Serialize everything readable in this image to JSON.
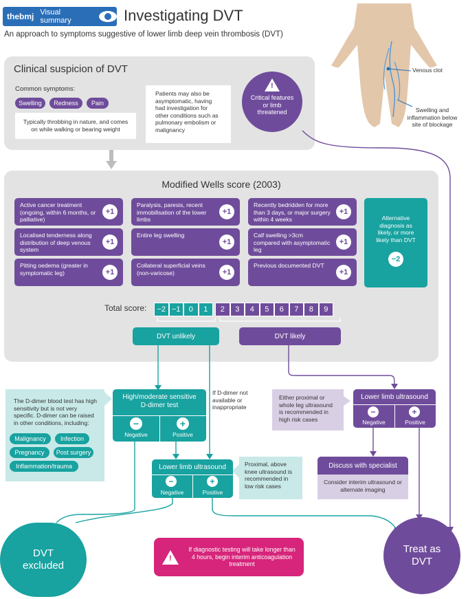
{
  "header": {
    "brand": "thebmj",
    "badge_label": "Visual summary",
    "title": "Investigating DVT",
    "subtitle": "An approach to symptoms suggestive of lower limb deep vein thrombosis (DVT)"
  },
  "anatomy": {
    "label_clot": "Venous clot",
    "label_swelling": "Swelling and inflammation below site of blockage"
  },
  "suspicion": {
    "title": "Clinical suspicion of DVT",
    "symptoms_label": "Common symptoms:",
    "symptoms": [
      "Swelling",
      "Redness",
      "Pain"
    ],
    "pain_note": "Typically throbbing in nature, and comes on while walking or bearing weight",
    "asymptomatic_note": "Patients may also be asymptomatic, having had investigation for other conditions such as pulmonary embolism or malignancy",
    "critical": "Critical features or limb threatened"
  },
  "wells": {
    "title": "Modified Wells score (2003)",
    "criteria": [
      {
        "text": "Active cancer treatment (ongoing, within 6 months, or palliative)",
        "score": "+1"
      },
      {
        "text": "Paralysis, paresis, recent immobilisation of the lower limbs",
        "score": "+1"
      },
      {
        "text": "Recently bedridden for more than 3 days, or major surgery within 4 weeks",
        "score": "+1"
      },
      {
        "text": "Localised tenderness along distribution of deep venous system",
        "score": "+1"
      },
      {
        "text": "Entire leg swelling",
        "score": "+1"
      },
      {
        "text": "Calf swelling >3cm compared with asymptomatic leg",
        "score": "+1"
      },
      {
        "text": "Pitting oedema (greater in symptomatic leg)",
        "score": "+1"
      },
      {
        "text": "Collateral superficial veins (non-varicose)",
        "score": "+1"
      },
      {
        "text": "Previous documented DVT",
        "score": "+1"
      }
    ],
    "alternative": {
      "text": "Alternative diagnosis as likely, or more likely than DVT",
      "score": "−2"
    },
    "total_label": "Total score:",
    "scores_unlikely": [
      "−2",
      "−1",
      "0",
      "1"
    ],
    "scores_likely": [
      "2",
      "3",
      "4",
      "5",
      "6",
      "7",
      "8",
      "9"
    ],
    "unlikely_label": "DVT unlikely",
    "likely_label": "DVT likely"
  },
  "pathway": {
    "ddimer_note": "The D-dimer blood test has high sensitivity but is not very specific. D-dimer can be raised in other conditions, including:",
    "ddimer_conditions": [
      "Malignancy",
      "Infection",
      "Pregnancy",
      "Post surgery",
      "Inflammation/trauma"
    ],
    "ddimer_test": "High/moderate sensitive D-dimer test",
    "negative": "Negative",
    "positive": "Positive",
    "no_ddimer": "If D-dimer not available or inappropriate",
    "lower_us": "Lower limb ultrasound",
    "lower_us_note": "Proximal, above knee ultrasound is recommended in low risk cases",
    "likely_us": "Lower limb ultrasound",
    "likely_us_note": "Either proximal or whole leg ultrasound is recommended in high risk cases",
    "specialist": "Discuss with specialist",
    "specialist_note": "Consider interim ultrasound or alternate imaging",
    "excluded": "DVT excluded",
    "treat": "Treat as DVT",
    "warning": "If diagnostic testing will take longer than 4 hours, begin interim anticoagulation treatment"
  },
  "colors": {
    "purple": "#6f4c9b",
    "teal": "#18a2a0",
    "magenta": "#d6257b",
    "blue": "#2a6eb7",
    "grey": "#e3e3e3"
  }
}
